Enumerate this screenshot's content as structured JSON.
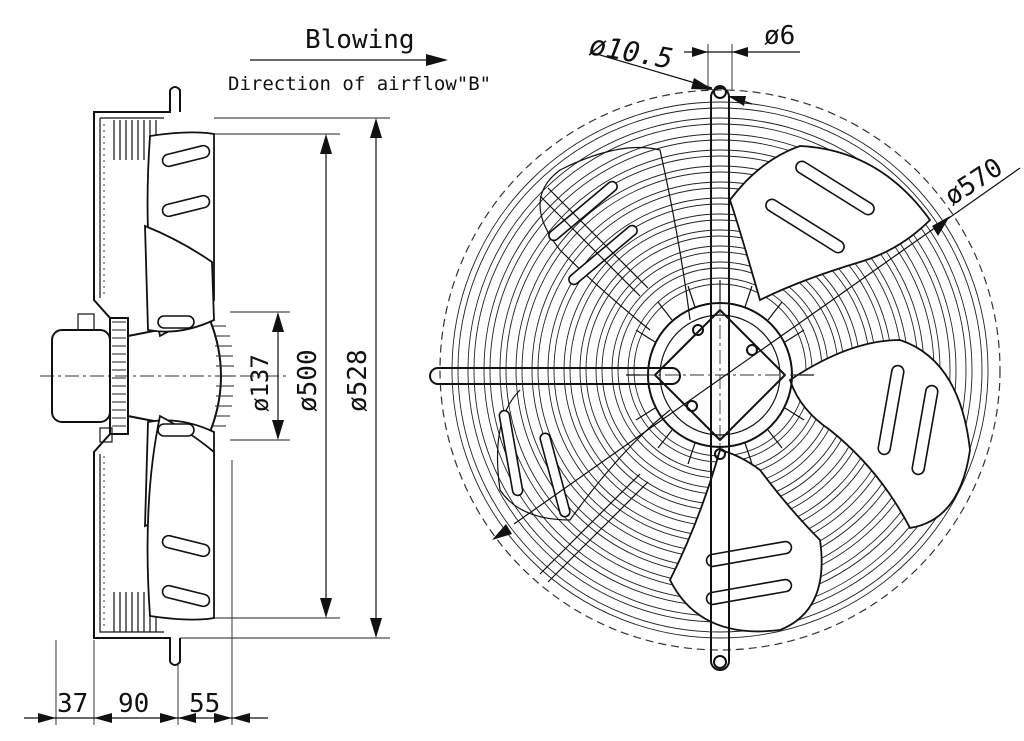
{
  "header": {
    "blowing": "Blowing",
    "direction": "Direction of airflow\"B\""
  },
  "side_view": {
    "dim_hub": "ø137",
    "dim_blade": "ø500",
    "dim_outer": "ø528",
    "dim_37": "37",
    "dim_90": "90",
    "dim_55": "55"
  },
  "front_view": {
    "dim_hole": "ø10.5",
    "dim_wire": "ø6",
    "dim_mount": "ø570"
  }
}
